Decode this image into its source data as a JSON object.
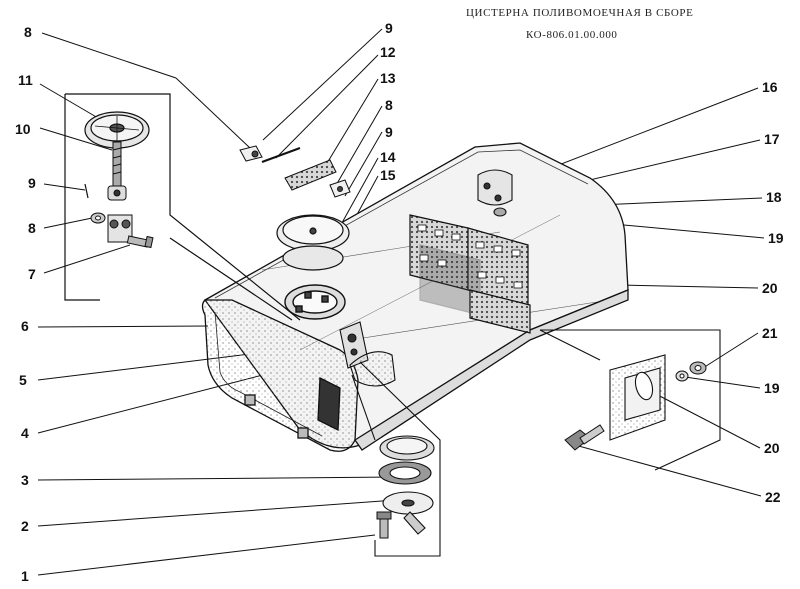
{
  "title_line_1": "ЦИСТЕРНА ПОЛИВОМОЕЧНАЯ В СБОРЕ",
  "title_line_2": "КО-806.01.00.000",
  "callouts": [
    {
      "id": "c8a",
      "label": "8"
    },
    {
      "id": "c11",
      "label": "11"
    },
    {
      "id": "c10",
      "label": "10"
    },
    {
      "id": "c9a",
      "label": "9"
    },
    {
      "id": "c8b",
      "label": "8"
    },
    {
      "id": "c7",
      "label": "7"
    },
    {
      "id": "c6",
      "label": "6"
    },
    {
      "id": "c5",
      "label": "5"
    },
    {
      "id": "c4",
      "label": "4"
    },
    {
      "id": "c3",
      "label": "3"
    },
    {
      "id": "c2",
      "label": "2"
    },
    {
      "id": "c1",
      "label": "1"
    },
    {
      "id": "c9b",
      "label": "9"
    },
    {
      "id": "c12",
      "label": "12"
    },
    {
      "id": "c13",
      "label": "13"
    },
    {
      "id": "c8c",
      "label": "8"
    },
    {
      "id": "c9c",
      "label": "9"
    },
    {
      "id": "c14",
      "label": "14"
    },
    {
      "id": "c15",
      "label": "15"
    },
    {
      "id": "c16",
      "label": "16"
    },
    {
      "id": "c17",
      "label": "17"
    },
    {
      "id": "c18",
      "label": "18"
    },
    {
      "id": "c19a",
      "label": "19"
    },
    {
      "id": "c20a",
      "label": "20"
    },
    {
      "id": "c21",
      "label": "21"
    },
    {
      "id": "c19b",
      "label": "19"
    },
    {
      "id": "c20b",
      "label": "20"
    },
    {
      "id": "c22",
      "label": "22"
    }
  ]
}
